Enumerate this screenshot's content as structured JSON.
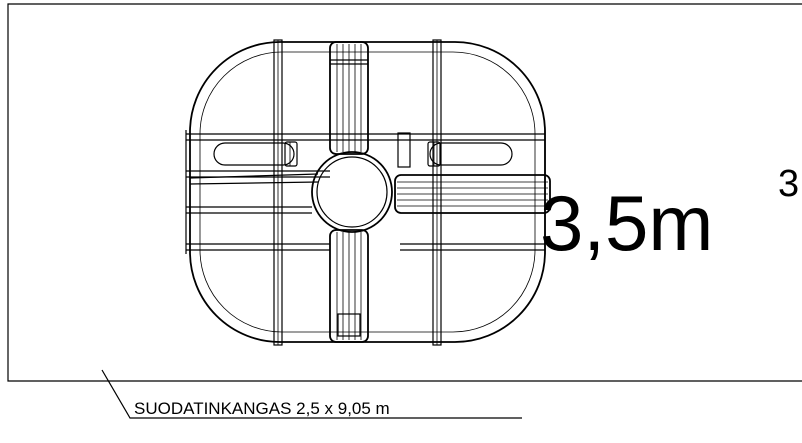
{
  "volume": {
    "value": "3,5m",
    "superscript": "3"
  },
  "fabric_label": "SUODATINKANGAS 2,5 x 9,05 m"
}
